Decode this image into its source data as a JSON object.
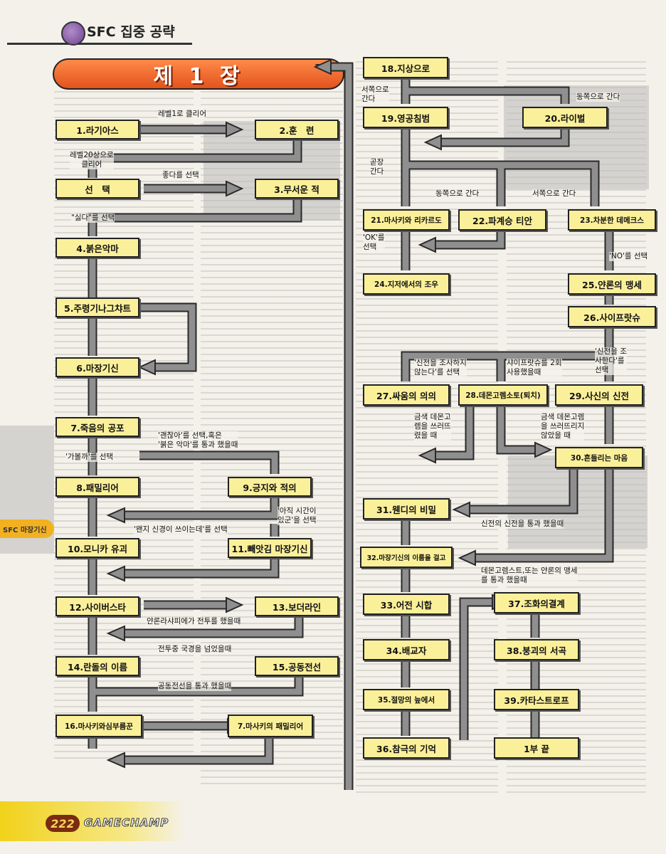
{
  "header": {
    "section_title": "SFC 집중 공략",
    "chapter_title": "제 1 장",
    "side_tab": "SFC 마장기신"
  },
  "footer": {
    "page_number": "222",
    "magazine": "GAMECHAMP"
  },
  "nodes": {
    "n1": "1.라기아스",
    "n2": "2.훈　련",
    "n3": "3.무서운 적",
    "n4": "4.붉은악마",
    "n5": "5.주령기나그챠트",
    "n6": "6.마장기신",
    "n7": "7.죽음의 공포",
    "n7b": "7.마사키의 패밀리어",
    "n8": "8.패밀리어",
    "n9": "9.긍지와 적의",
    "n10": "10.모니카 유괴",
    "n11": "11.빼앗김 마장기신",
    "n12": "12.사이버스타",
    "n13": "13.보더라인",
    "n14": "14.란돌의 이름",
    "n15": "15.공동전선",
    "n16": "16.마사키와심부름꾼",
    "n18": "18.지상으로",
    "n19": "19.영공침범",
    "n20": "20.라이벌",
    "n21": "21.마사키와 리카르도",
    "n22": "22.파계승 티안",
    "n23": "23.차분한 데메크스",
    "n24": "24.지저에서의 조우",
    "n25": "25.얀론의 맹세",
    "n26": "26.사이프랏슈",
    "n27": "27.싸움의 의의",
    "n28": "28.데몬고렘소토(퇴치)",
    "n29": "29.사신의 신전",
    "n30": "30.흔들리는 마음",
    "n31": "31.웬디의 비밀",
    "n32": "32.마장기신의 이름을 걸고",
    "n33": "33.어전 시합",
    "n34": "34.배교자",
    "n35": "35.절망의 늪에서",
    "n36": "36.참극의 기억",
    "n37": "37.조화의결계",
    "n38": "38.붕괴의 서곡",
    "n39": "39.카타스트로프",
    "nend": "1부 끝",
    "nsel": "선　택"
  },
  "labels": {
    "l1": "레벨1로 클리어",
    "l2": "레벨20상으로\n클리어",
    "l3": "좋다를 선택",
    "l4": "\"싫다\"를 선택",
    "l5": "'괜찮아'를 선택,혹은\n'붉은 악마'를 통과 했을때",
    "l6": "'가볼까'를 선택",
    "l7": "'아직 시간이\n있군'을 선택",
    "l8": "'왠지 신경이 쓰이는데'를 선택",
    "l9": "얀론라샤피에가 전투를 했을때",
    "l10": "전투중 국경을 넘었을때",
    "l11": "공동전선을 통과 했을때",
    "l12": "서쪽으로\n간다",
    "l13": "동쪽으로 간다",
    "l14": "곧장\n간다",
    "l15": "동쪽으로 간다",
    "l16": "서쪽으로 간다",
    "l17": "'OK'를\n선택",
    "l18": "'NO'를 선택",
    "l19": "'신전을 조사하지\n않는다'를 선택",
    "l20": "샤이프랏슈를 2회\n사용했을때",
    "l21": "'신전을 조\n사한다'를\n선택",
    "l22": "금색 데몬고\n렘을 쓰러뜨\n렸을 때",
    "l23": "금색 데몬고렘\n을 쓰러뜨리지\n않았을 때",
    "l24": "신전의 신전을 통과 했을때",
    "l25": "데몬고렘스트,또는 얀론의 맹세\n를 통과 했을때"
  },
  "colors": {
    "node_fill": "#fbf09a",
    "arrow": "#8f8f8f",
    "arrow_edge": "#2a2a2a",
    "banner": "#e2531d",
    "footer_bar": "#f1d21a"
  }
}
